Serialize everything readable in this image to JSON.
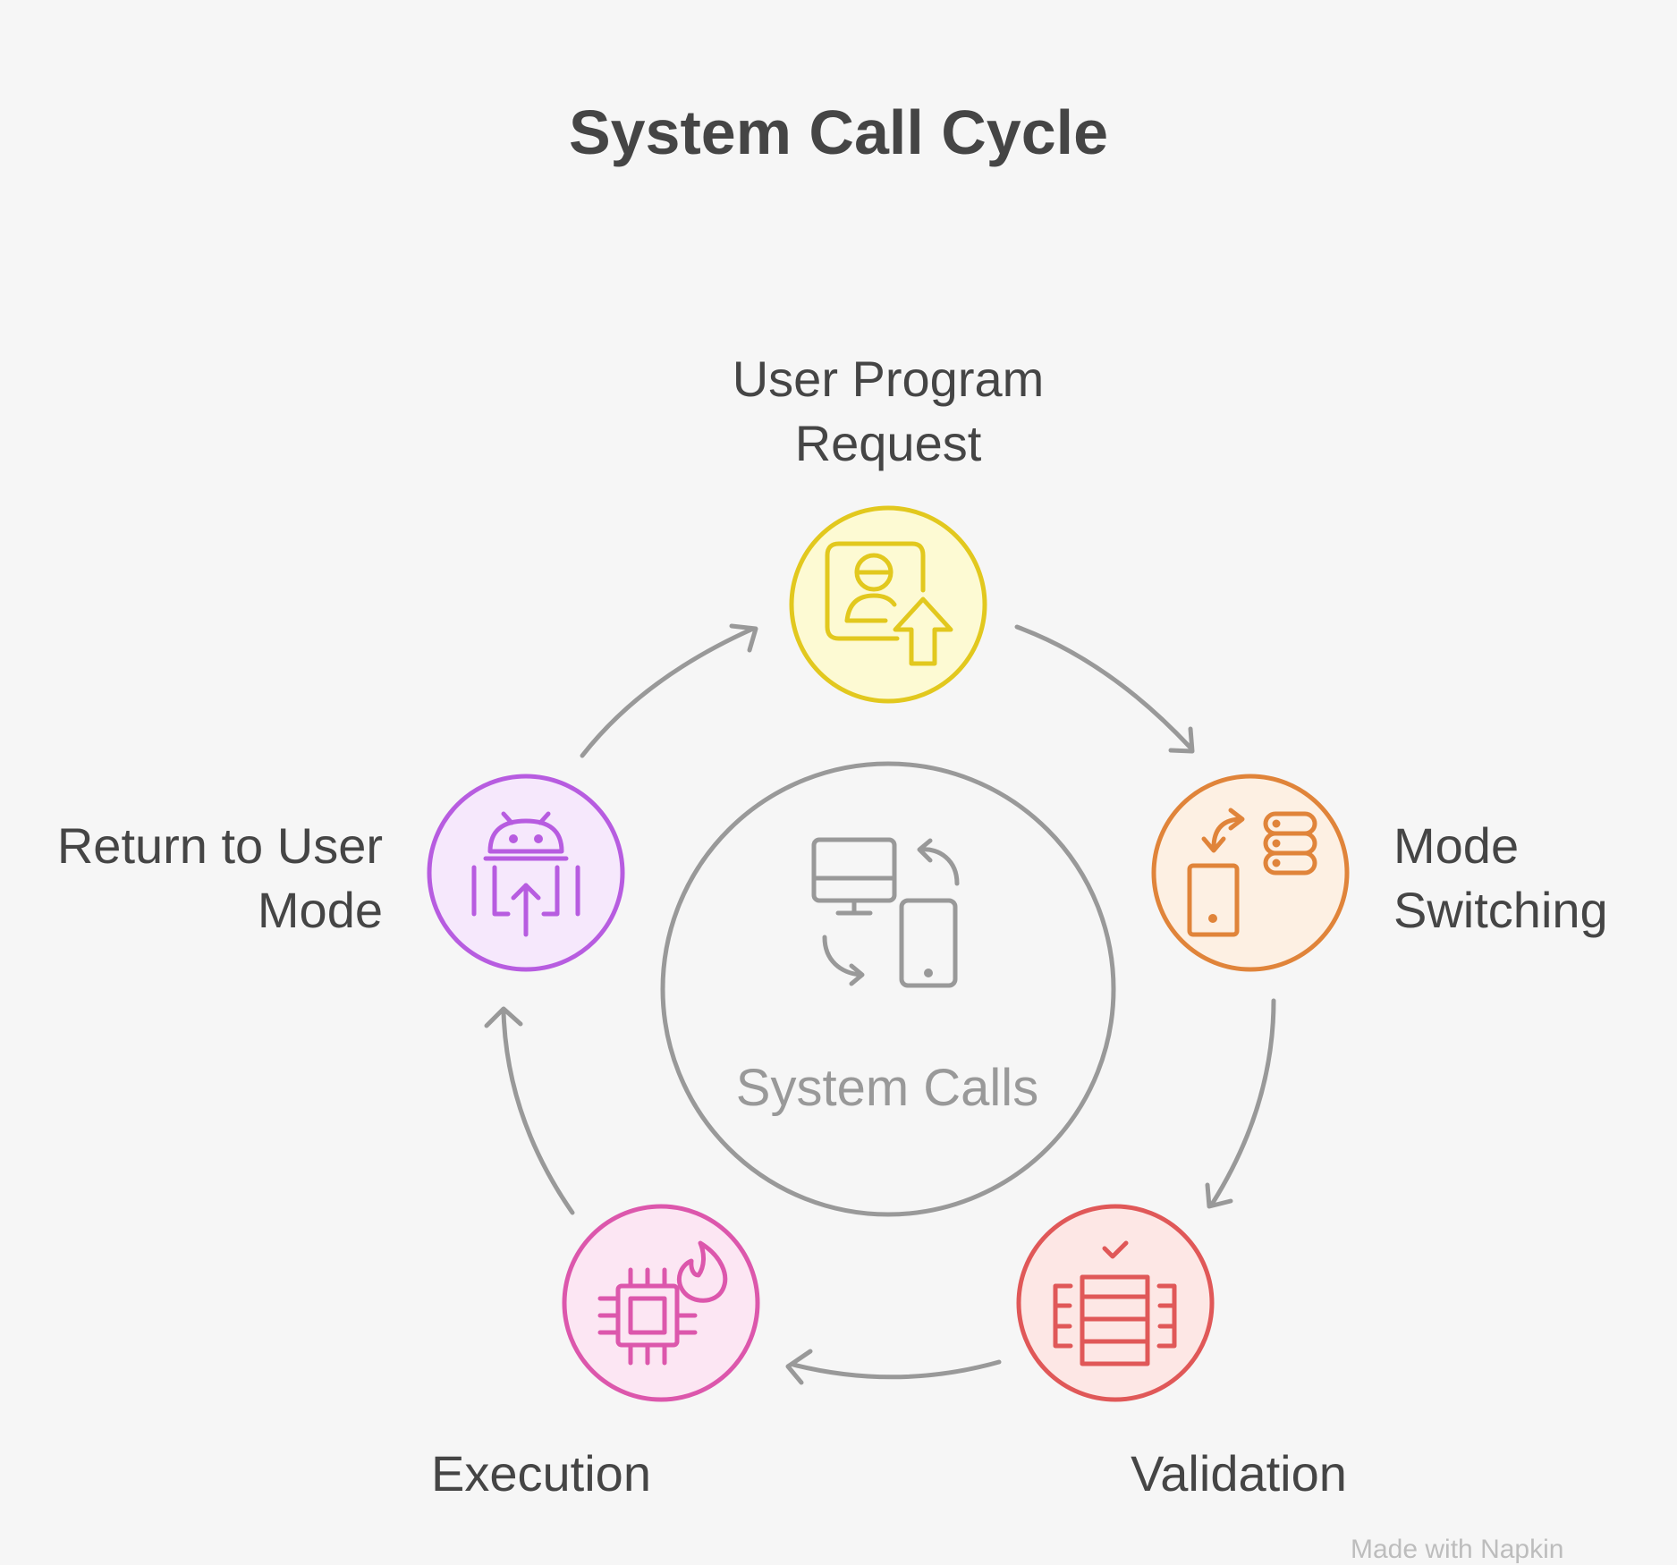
{
  "title": "System Call Cycle",
  "center": {
    "label": "System Calls",
    "icon": "computer-phone-sync-icon"
  },
  "steps": [
    {
      "id": "user-program-request",
      "lines": [
        "User Program",
        "Request"
      ],
      "color": "#e2c81e",
      "fill": "#fdfad3",
      "icon": "user-upload-icon"
    },
    {
      "id": "mode-switching",
      "lines": [
        "Mode",
        "Switching"
      ],
      "color": "#e0843a",
      "fill": "#fdf0e3",
      "icon": "device-database-icon"
    },
    {
      "id": "validation",
      "lines": [
        "Validation"
      ],
      "color": "#e05858",
      "fill": "#fde7e5",
      "icon": "server-check-icon"
    },
    {
      "id": "execution",
      "lines": [
        "Execution"
      ],
      "color": "#dc57ac",
      "fill": "#fce6f3",
      "icon": "cpu-flame-icon"
    },
    {
      "id": "return-to-user-mode",
      "lines": [
        "Return to User",
        "Mode"
      ],
      "color": "#b75ce0",
      "fill": "#f6e8fc",
      "icon": "android-upload-icon"
    }
  ],
  "arrow_color": "#999999",
  "watermark": "Made with Napkin"
}
